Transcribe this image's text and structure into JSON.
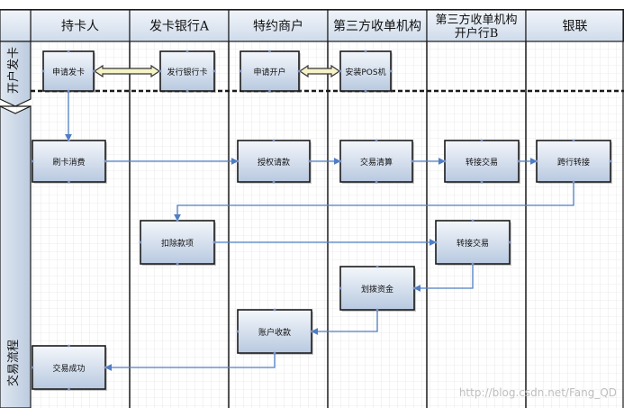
{
  "swimlanes": {
    "columns": [
      "持卡人",
      "发卡银行A",
      "特约商户",
      "第三方收单机构",
      "第三方收单机构\n开户行B",
      "银联"
    ],
    "phases": [
      "开户发卡",
      "交易流程"
    ]
  },
  "nodes": [
    {
      "id": "apply_card",
      "label": "申请发卡"
    },
    {
      "id": "issue_bank",
      "label": "发行银行卡"
    },
    {
      "id": "apply_account",
      "label": "申请开户"
    },
    {
      "id": "install_pos",
      "label": "安装POS机"
    },
    {
      "id": "swipe",
      "label": "刷卡消费"
    },
    {
      "id": "authorize",
      "label": "授权请款"
    },
    {
      "id": "settle",
      "label": "交易清算"
    },
    {
      "id": "transfer_b",
      "label": "转接交易"
    },
    {
      "id": "interbank",
      "label": "跨行转接"
    },
    {
      "id": "deduct",
      "label": "扣除款项"
    },
    {
      "id": "transfer_b2",
      "label": "转接交易"
    },
    {
      "id": "allocate",
      "label": "划拨资金"
    },
    {
      "id": "receive",
      "label": "账户收款"
    },
    {
      "id": "success",
      "label": "交易成功"
    }
  ],
  "edges": [
    {
      "from": "apply_card",
      "to": "issue_bank",
      "type": "double"
    },
    {
      "from": "apply_account",
      "to": "install_pos",
      "type": "double"
    },
    {
      "from": "apply_card",
      "to": "swipe"
    },
    {
      "from": "swipe",
      "to": "authorize"
    },
    {
      "from": "authorize",
      "to": "settle"
    },
    {
      "from": "settle",
      "to": "transfer_b"
    },
    {
      "from": "transfer_b",
      "to": "interbank"
    },
    {
      "from": "interbank",
      "to": "deduct"
    },
    {
      "from": "deduct",
      "to": "transfer_b2"
    },
    {
      "from": "transfer_b2",
      "to": "allocate"
    },
    {
      "from": "allocate",
      "to": "receive"
    },
    {
      "from": "receive",
      "to": "success"
    }
  ],
  "watermark": "http://blog.csdn.net/Fang_QD",
  "colors": {
    "header_fill": "#dde6f2",
    "box_top": "#f4f7fb",
    "box_bottom": "#b8c9e0",
    "box_border": "#1a1a1a",
    "arrow": "#4f7ec4",
    "double_arrow_fill": "#f6f3c6"
  }
}
